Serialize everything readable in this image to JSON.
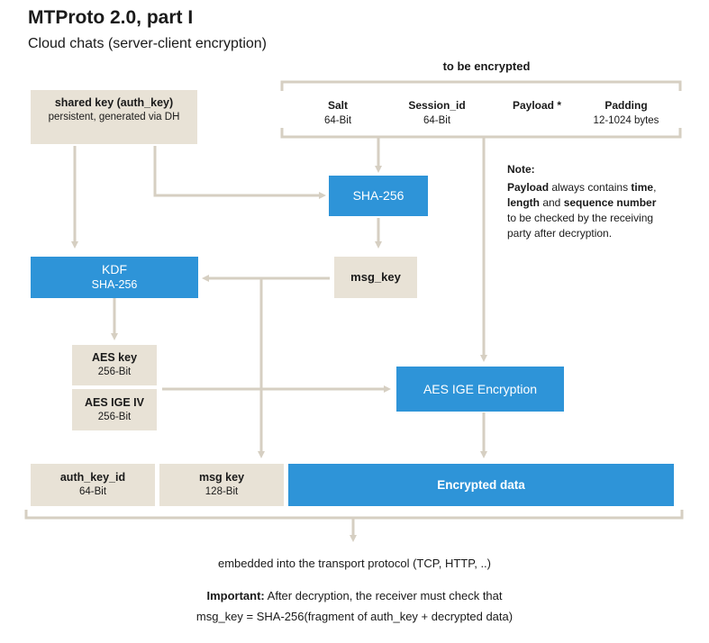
{
  "title": "MTProto 2.0, part I",
  "subtitle": "Cloud chats (server-client encryption)",
  "to_be_encrypted": {
    "header": "to be encrypted",
    "fields": [
      {
        "name": "Salt",
        "size": "64-Bit"
      },
      {
        "name": "Session_id",
        "size": "64-Bit"
      },
      {
        "name": "Payload *",
        "size": ""
      },
      {
        "name": "Padding",
        "size": "12-1024 bytes"
      }
    ]
  },
  "shared_key": {
    "title": "shared key (auth_key)",
    "subtitle": "persistent, generated via DH"
  },
  "sha256_box": "SHA-256",
  "msg_key_box": "msg_key",
  "kdf": {
    "title": "KDF",
    "subtitle": "SHA-256"
  },
  "aes_key": {
    "title": "AES key",
    "size": "256-Bit"
  },
  "aes_iv": {
    "title": "AES IGE IV",
    "size": "256-Bit"
  },
  "aes_encryption": "AES IGE Encryption",
  "note": {
    "heading": "Note:",
    "bold1": "Payload",
    "text1": " always contains ",
    "bold2": "time",
    "text2": ",",
    "bold3": "length",
    "text3": " and ",
    "bold4": "sequence number",
    "text4": "to be checked by the receiving party after decryption."
  },
  "output": {
    "auth_key_id": {
      "title": "auth_key_id",
      "size": "64-Bit"
    },
    "msg_key": {
      "title": "msg key",
      "size": "128-Bit"
    },
    "encrypted": "Encrypted data"
  },
  "footer": {
    "embedded": "embedded into the transport protocol (TCP, HTTP, ..)",
    "important_label": "Important:",
    "important_text": " After decryption, the receiver must check that",
    "formula": "msg_key = SHA-256(fragment of auth_key + decrypted data)"
  },
  "colors": {
    "blue": "#2e94d8",
    "beige": "#e8e2d6",
    "line": "#d6cfc2"
  }
}
